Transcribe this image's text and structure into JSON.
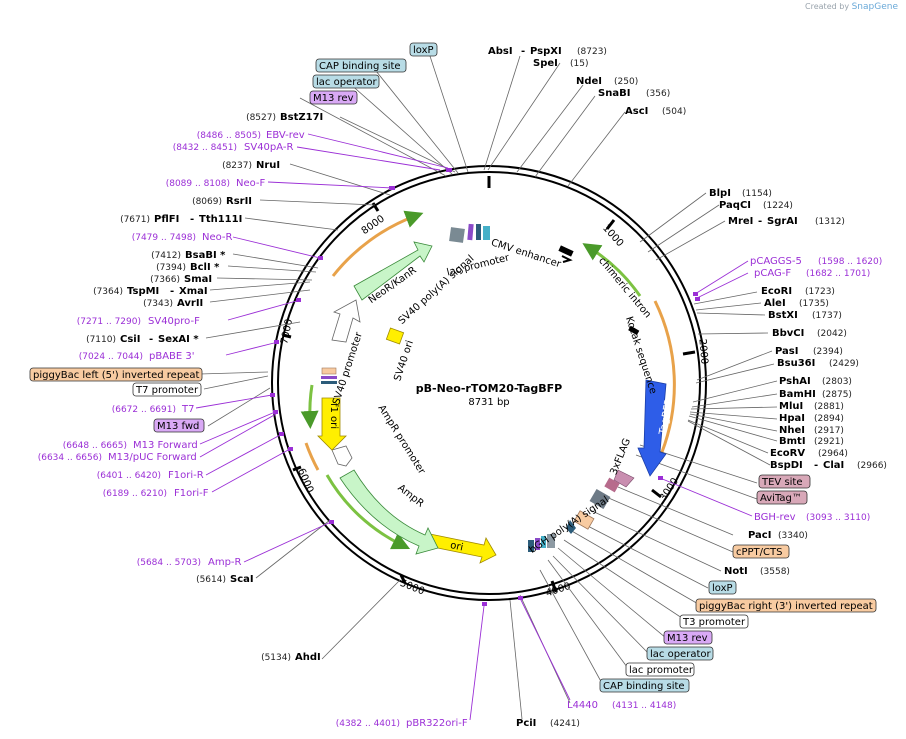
{
  "credit": {
    "prefix": "Created by",
    "brand": "SnapGene"
  },
  "plasmid": {
    "name": "pB-Neo-rTOM20-TagBFP",
    "length": "8731 bp",
    "total_bp": 8731
  },
  "colors": {
    "primer": "#9b2fd6",
    "backbone": "#000000",
    "orange_arc": "#e8a24a",
    "green_arc": "#7cc242",
    "feature_blue": "#dbeaf0",
    "feature_purple": "#d9a9f5",
    "feature_peach": "#f8cba1",
    "feature_mauve": "#d8a8b8",
    "yellow": "#ffef00",
    "tagbfp": "#2e5de8",
    "light_green": "#c8f5c8"
  },
  "enzymes_top": [
    {
      "name": "AbsI",
      "sep": "-",
      "name2": "PspXI",
      "pos": "(8723)"
    },
    {
      "name": "SpeI",
      "pos": "(15)"
    },
    {
      "name": "NdeI",
      "pos": "(250)"
    },
    {
      "name": "SnaBI",
      "pos": "(356)"
    },
    {
      "name": "AscI",
      "pos": "(504)"
    }
  ],
  "enzymes_right": [
    {
      "name": "BlpI",
      "pos": "(1154)"
    },
    {
      "name": "PaqCI",
      "pos": "(1224)"
    },
    {
      "name": "MreI",
      "sep": "-",
      "name2": "SgrAI",
      "pos": "(1312)"
    },
    {
      "name": "EcoRI",
      "pos": "(1723)"
    },
    {
      "name": "AleI",
      "pos": "(1735)"
    },
    {
      "name": "BstXI",
      "pos": "(1737)"
    },
    {
      "name": "BbvCI",
      "pos": "(2042)"
    },
    {
      "name": "PasI",
      "pos": "(2394)"
    },
    {
      "name": "Bsu36I",
      "pos": "(2429)"
    },
    {
      "name": "PshAI",
      "pos": "(2803)"
    },
    {
      "name": "BamHI",
      "pos": "(2875)"
    },
    {
      "name": "MluI",
      "pos": "(2881)"
    },
    {
      "name": "HpaI",
      "pos": "(2894)"
    },
    {
      "name": "NheI",
      "pos": "(2917)"
    },
    {
      "name": "BmtI",
      "pos": "(2921)"
    },
    {
      "name": "EcoRV",
      "pos": "(2964)"
    },
    {
      "name": "BspDI",
      "sep": "-",
      "name2": "ClaI",
      "pos": "(2966)"
    },
    {
      "name": "PacI",
      "pos": "(3340)"
    },
    {
      "name": "NotI",
      "pos": "(3558)"
    }
  ],
  "enzymes_left": [
    {
      "name": "BstZ17I",
      "pos": "(8527)"
    },
    {
      "name": "NruI",
      "pos": "(8237)"
    },
    {
      "name": "RsrII",
      "pos": "(8069)"
    },
    {
      "name": "PflFI",
      "sep": "-",
      "name2": "Tth111I",
      "pos": "(7671)"
    },
    {
      "name": "BsaBI *",
      "pos": "(7412)"
    },
    {
      "name": "BclI *",
      "pos": "(7394)"
    },
    {
      "name": "SmaI",
      "pos": "(7366)"
    },
    {
      "name": "TspMI",
      "sep": "-",
      "name2": "XmaI",
      "pos": "(7364)"
    },
    {
      "name": "AvrII",
      "pos": "(7343)"
    },
    {
      "name": "CsiI",
      "sep": "-",
      "name2": "SexAI *",
      "pos": "(7110)"
    },
    {
      "name": "ScaI",
      "pos": "(5614)"
    },
    {
      "name": "AhdI",
      "pos": "(5134)"
    }
  ],
  "enzymes_bottom": [
    {
      "name": "PciI",
      "pos": "(4241)"
    }
  ],
  "primers": [
    {
      "name": "EBV-rev",
      "range": "(8486 .. 8505)"
    },
    {
      "name": "SV40pA-R",
      "range": "(8432 .. 8451)"
    },
    {
      "name": "Neo-F",
      "range": "(8089 .. 8108)"
    },
    {
      "name": "Neo-R",
      "range": "(7479 .. 7498)"
    },
    {
      "name": "SV40pro-F",
      "range": "(7271 .. 7290)"
    },
    {
      "name": "pBABE 3'",
      "range": "(7024 .. 7044)"
    },
    {
      "name": "T7",
      "range": "(6672 .. 6691)"
    },
    {
      "name": "M13 Forward",
      "range": "(6648 .. 6665)"
    },
    {
      "name": "M13/pUC Forward",
      "range": "(6634 .. 6656)"
    },
    {
      "name": "F1ori-R",
      "range": "(6401 .. 6420)"
    },
    {
      "name": "F1ori-F",
      "range": "(6189 .. 6210)"
    },
    {
      "name": "Amp-R",
      "range": "(5684 .. 5703)"
    },
    {
      "name": "pBR322ori-F",
      "range": "(4382 .. 4401)"
    },
    {
      "name": "L4440",
      "range": "(4131 .. 4148)"
    },
    {
      "name": "BGH-rev",
      "range": "(3093 .. 3110)"
    },
    {
      "name": "pCAGGS-5",
      "range": "(1598 .. 1620)"
    },
    {
      "name": "pCAG-F",
      "range": "(1682 .. 1701)"
    }
  ],
  "boxed_labels": {
    "loxP_top": "loxP",
    "cap_top": "CAP binding site",
    "lacop_top": "lac operator",
    "m13rev_top": "M13 rev",
    "pb_left": "piggyBac left (5') inverted repeat",
    "t7_left": "T7 promoter",
    "m13fwd_left": "M13 fwd",
    "tev": "TEV site",
    "avitag": "AviTag™",
    "cppt": "cPPT/CTS",
    "loxP_bottom": "loxP",
    "pb_right": "piggyBac right (3') inverted repeat",
    "t3": "T3 promoter",
    "m13rev_bottom": "M13 rev",
    "lacop_bottom": "lac operator",
    "lacprom_bottom": "lac promoter",
    "cap_bottom": "CAP binding site"
  },
  "inner_labels": {
    "cmv": "CMV enhancer",
    "chimeric": "chimeric intron",
    "kozak": "Kozak sequence",
    "tagbfp": "TagBFP",
    "flag": "3xFLAG",
    "bgh": "bGH poly(A) signal",
    "ori": "ori",
    "ampr": "AmpR",
    "ampr_prom": "AmpR promoter",
    "f1": "f1 ori",
    "sv40prom": "SV40 promoter",
    "sv40ori": "SV40 ori",
    "neo": "NeoR/KanR",
    "sv40pa": "SV40 poly(A) signal",
    "lacprom": "lac promoter"
  },
  "ticks": [
    "1000",
    "2000",
    "3000",
    "4000",
    "5000",
    "6000",
    "7000",
    "8000"
  ]
}
